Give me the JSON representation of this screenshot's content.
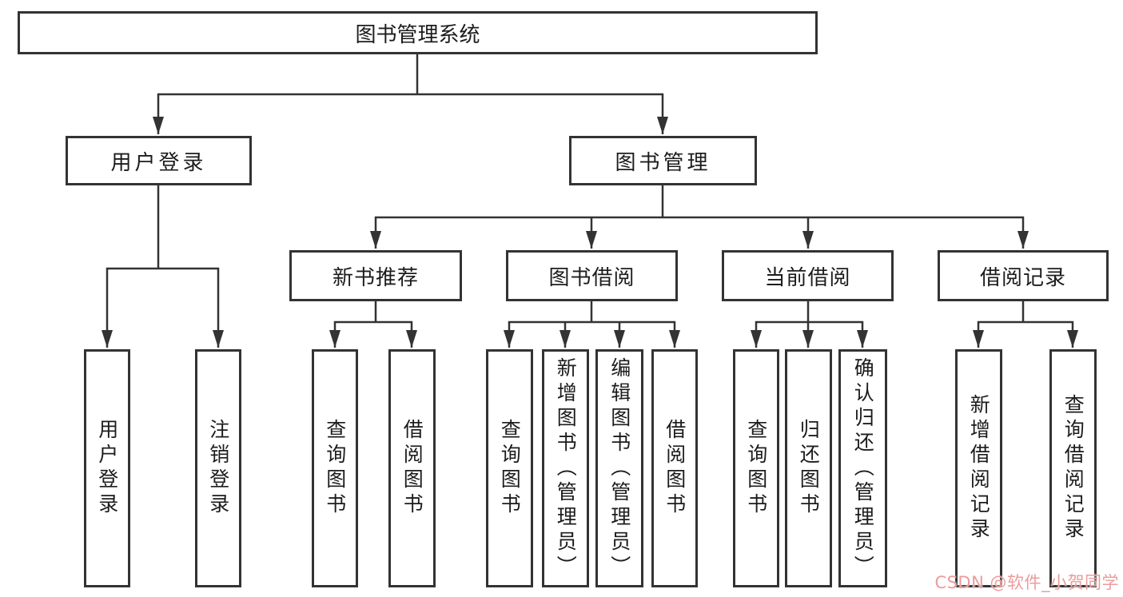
{
  "colors": {
    "line": "#333333",
    "text": "#1c1c1c",
    "watermark": "#ec9c9c",
    "background": "#ffffff"
  },
  "tree": {
    "root": {
      "label": "图书管理系统"
    },
    "branches": [
      {
        "label": "用户登录",
        "children": [
          {
            "label": "用户登录"
          },
          {
            "label": "注销登录"
          }
        ]
      },
      {
        "label": "图书管理",
        "children": [
          {
            "label": "新书推荐",
            "children": [
              {
                "label": "查询图书"
              },
              {
                "label": "借阅图书"
              }
            ]
          },
          {
            "label": "图书借阅",
            "children": [
              {
                "label": "查询图书"
              },
              {
                "label": "新增图书（管理员）"
              },
              {
                "label": "编辑图书（管理员）"
              },
              {
                "label": "借阅图书"
              }
            ]
          },
          {
            "label": "当前借阅",
            "children": [
              {
                "label": "查询图书"
              },
              {
                "label": "归还图书"
              },
              {
                "label": "确认归还（管理员）"
              }
            ]
          },
          {
            "label": "借阅记录",
            "children": [
              {
                "label": "新增借阅记录"
              },
              {
                "label": "查询借阅记录"
              }
            ]
          }
        ]
      }
    ]
  },
  "watermark": {
    "text": "CSDN @软件_小贺同学"
  }
}
